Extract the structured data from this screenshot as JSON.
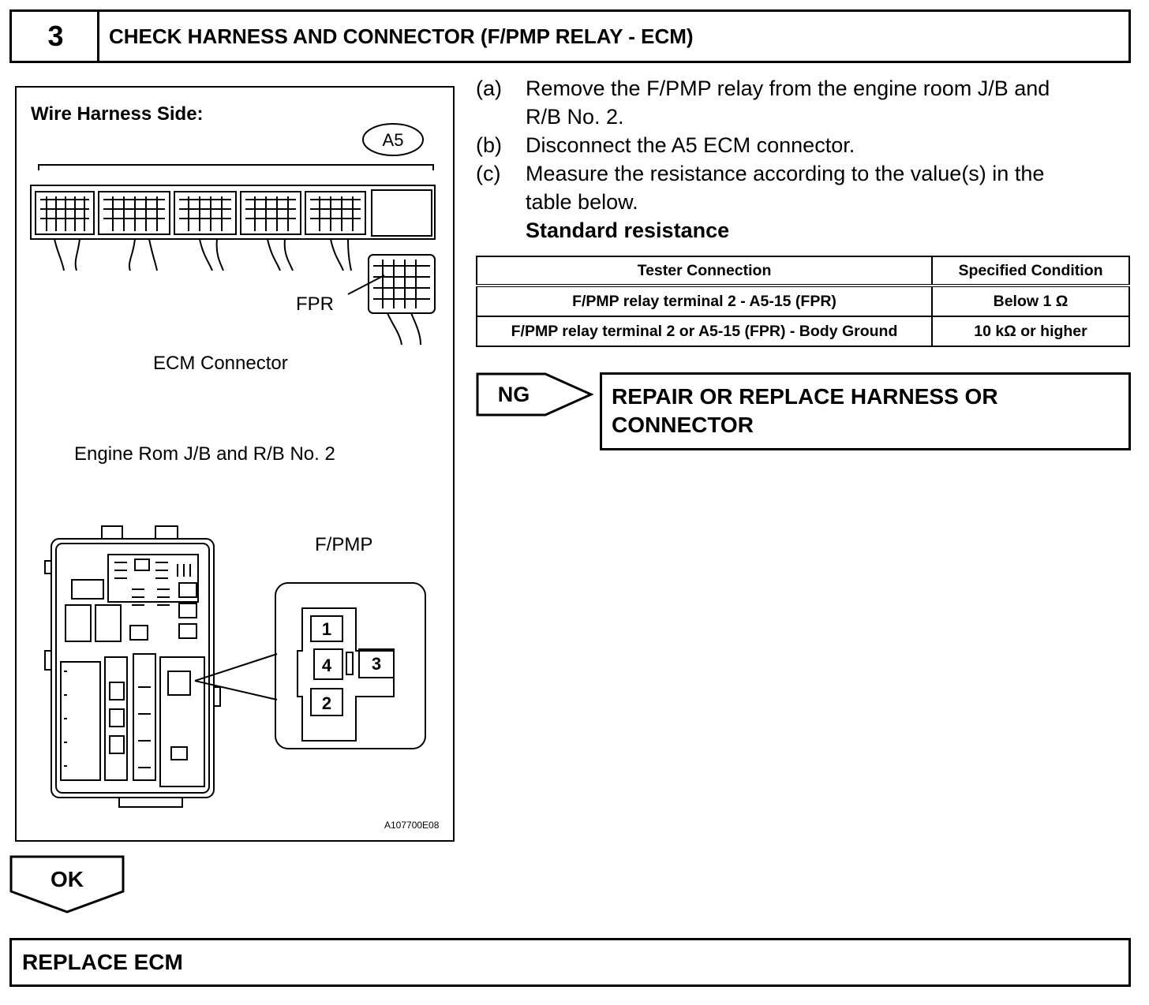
{
  "step": {
    "number": "3",
    "title": "CHECK HARNESS AND CONNECTOR (F/PMP RELAY - ECM)"
  },
  "figure": {
    "heading": "Wire Harness Side:",
    "connector_code": "A5",
    "fpr_label": "FPR",
    "ecm_connector_label": "ECM Connector",
    "jb_label": "Engine Rom J/B and R/B No. 2",
    "relay_label": "F/PMP",
    "terminals": [
      "1",
      "2",
      "3",
      "4"
    ],
    "figure_id": "A107700E08"
  },
  "instructions": [
    {
      "label": "(a)",
      "lines": [
        "Remove the F/PMP relay from the engine room J/B and",
        "R/B No. 2."
      ]
    },
    {
      "label": "(b)",
      "lines": [
        "Disconnect the A5 ECM connector."
      ]
    },
    {
      "label": "(c)",
      "lines": [
        "Measure the resistance according to the value(s) in the",
        "table below."
      ]
    }
  ],
  "standard_heading": "Standard resistance",
  "table": {
    "headers": [
      "Tester Connection",
      "Specified Condition"
    ],
    "rows": [
      [
        "F/PMP relay terminal 2 - A5-15 (FPR)",
        "Below 1 Ω"
      ],
      [
        "F/PMP relay terminal 2 or A5-15 (FPR) - Body Ground",
        "10 kΩ or higher"
      ]
    ]
  },
  "ng": {
    "label": "NG",
    "action_line1": "REPAIR OR REPLACE HARNESS OR",
    "action_line2": "CONNECTOR"
  },
  "ok": {
    "label": "OK",
    "action": "REPLACE ECM"
  }
}
